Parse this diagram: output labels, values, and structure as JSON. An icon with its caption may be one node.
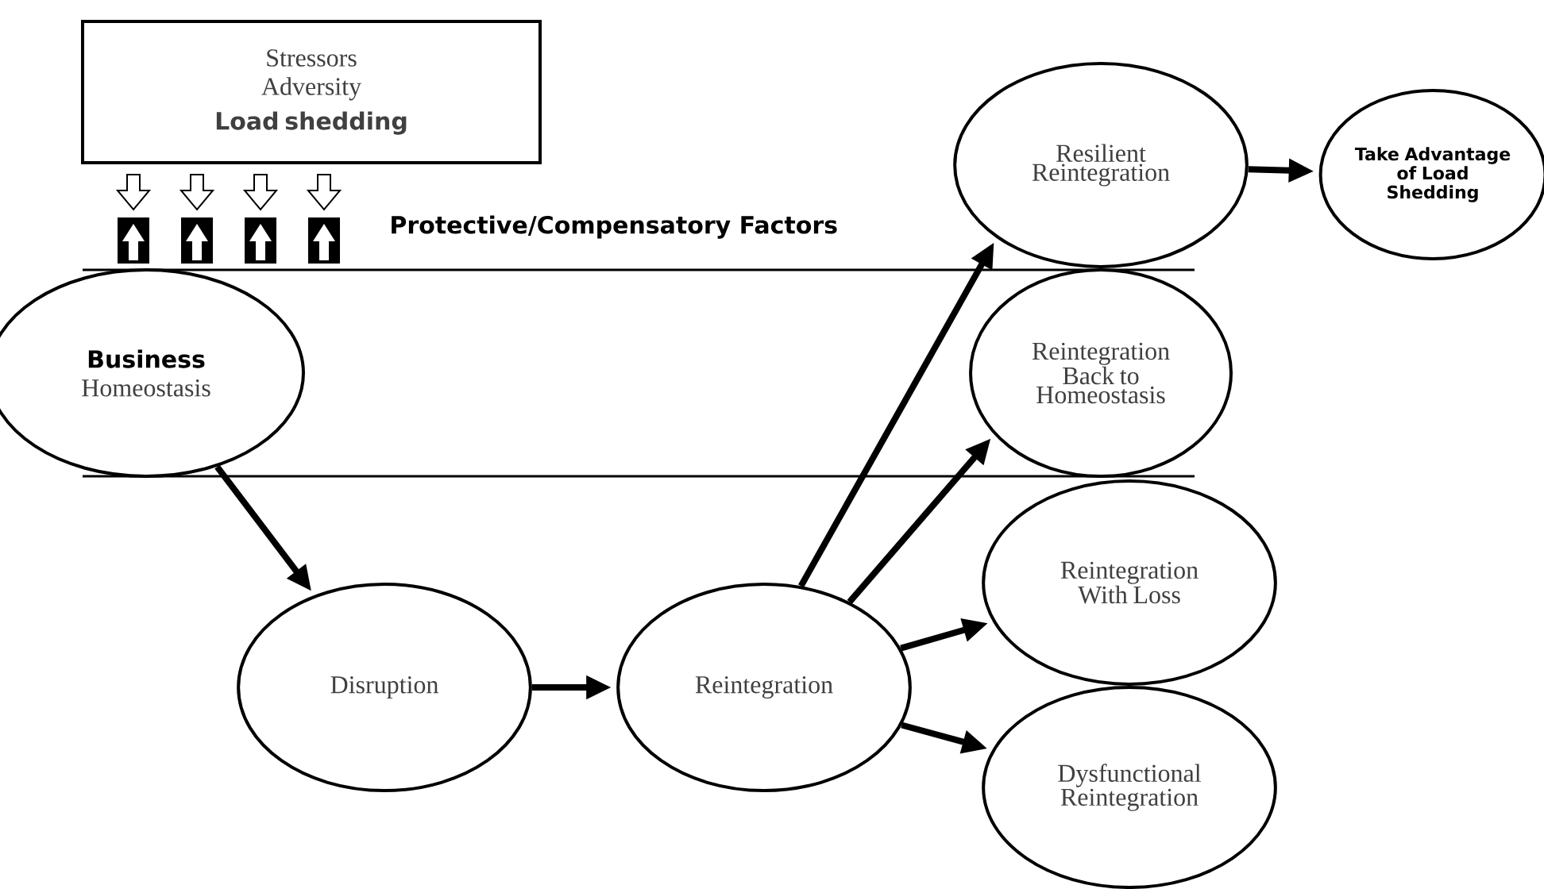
{
  "diagram": {
    "nodes": [
      {
        "text": [
          "Stressors",
          "Adversity",
          "Load shedding"
        ]
      },
      {
        "text": [
          "Business",
          "Homeostasis"
        ]
      },
      {
        "text": [
          "Disruption"
        ]
      },
      {
        "text": [
          "Reintegration"
        ]
      },
      {
        "text": [
          "Resilient Reintegration"
        ]
      },
      {
        "text": [
          "Reintegration Back to Homeostasis"
        ]
      },
      {
        "text": [
          "Reintegration With Loss"
        ]
      },
      {
        "text": [
          "Dysfunctional Reintegration"
        ]
      },
      {
        "text": [
          "Take Advantage of Load Shedding"
        ]
      }
    ],
    "edges": [
      {
        "from": 1,
        "to": 2,
        "arrow": "to"
      },
      {
        "from": 2,
        "to": 3,
        "arrow": "to"
      },
      {
        "from": 3,
        "to": 4,
        "arrow": "to"
      },
      {
        "from": 3,
        "to": 5,
        "arrow": "to"
      },
      {
        "from": 3,
        "to": 6,
        "arrow": "to"
      },
      {
        "from": 3,
        "to": 7,
        "arrow": "to"
      },
      {
        "from": 4,
        "to": 8,
        "arrow": "to"
      }
    ],
    "labels": [
      "Protective/Compensatory Factors"
    ]
  }
}
